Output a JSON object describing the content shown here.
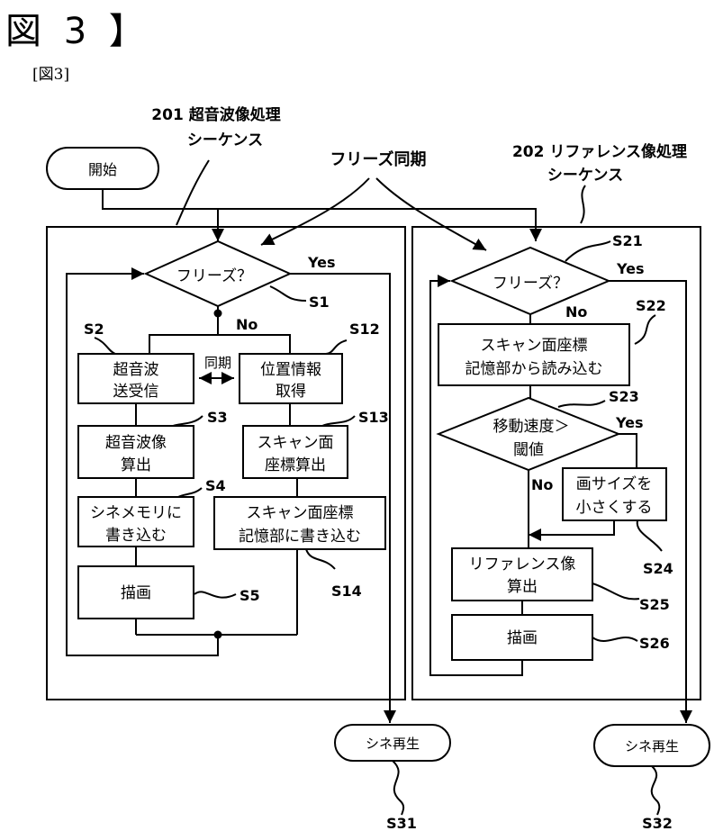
{
  "figure": {
    "title": "図 3 】",
    "label": "[図3]"
  },
  "start": {
    "label": "開始"
  },
  "freeze_sync": {
    "label": "フリーズ同期"
  },
  "seq201": {
    "line1": "201 超音波像処理",
    "line2": "シーケンス"
  },
  "seq202": {
    "line1": "202 リファレンス像処理",
    "line2": "シーケンス"
  },
  "left": {
    "decision": "フリーズ？",
    "yes": "Yes",
    "no": "No",
    "s1": "S1",
    "s2": {
      "tag": "S2",
      "line1": "超音波",
      "line2": "送受信"
    },
    "sync": "同期",
    "s12": {
      "tag": "S12",
      "line1": "位置情報",
      "line2": "取得"
    },
    "s3": {
      "tag": "S3",
      "line1": "超音波像",
      "line2": "算出"
    },
    "s13": {
      "tag": "S13",
      "line1": "スキャン面",
      "line2": "座標算出"
    },
    "s4": {
      "tag": "S4",
      "line1": "シネメモリに",
      "line2": "書き込む"
    },
    "s14": {
      "tag": "S14",
      "line1": "スキャン面座標",
      "line2": "記憶部に書き込む"
    },
    "s5": {
      "tag": "S5",
      "label": "描画"
    }
  },
  "right": {
    "decision": "フリーズ？",
    "yes": "Yes",
    "no": "No",
    "s21": "S21",
    "s22": {
      "tag": "S22",
      "line1": "スキャン面座標",
      "line2": "記憶部から読み込む"
    },
    "s23": {
      "tag": "S23",
      "line1": "移動速度＞",
      "line2": "閾値",
      "yes": "Yes",
      "no": "No"
    },
    "s24": {
      "tag": "S24",
      "line1": "画サイズを",
      "line2": "小さくする"
    },
    "s25": {
      "tag": "S25",
      "line1": "リファレンス像",
      "line2": "算出"
    },
    "s26": {
      "tag": "S26",
      "label": "描画"
    }
  },
  "s31": {
    "tag": "S31",
    "label": "シネ再生"
  },
  "s32": {
    "tag": "S32",
    "label": "シネ再生"
  }
}
